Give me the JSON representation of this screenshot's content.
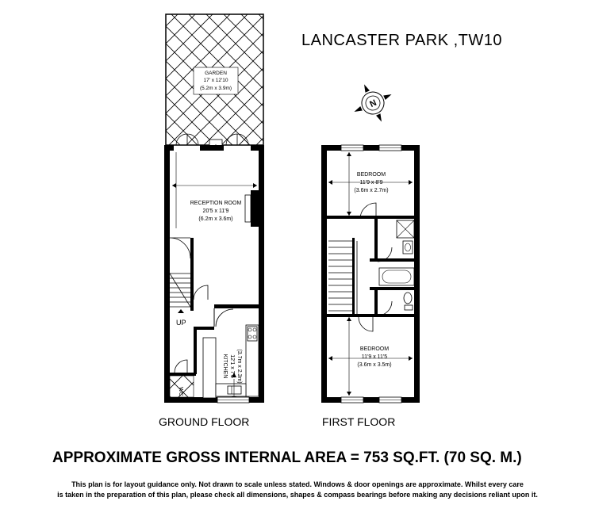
{
  "title": "LANCASTER PARK ,TW10",
  "ground_floor": {
    "label": "GROUND FLOOR",
    "rooms": [
      {
        "name": "GARDEN",
        "imperial": "17' x 12'10",
        "metric": "(5.2m x 3.9m)"
      },
      {
        "name": "RECEPTION ROOM",
        "imperial": "20'5 x 11'9",
        "metric": "(6.2m x 3.6m)"
      },
      {
        "name": "KITCHEN",
        "imperial": "12'1 x 7'6",
        "metric": "(3.7m x 2.3m)"
      }
    ],
    "stairs_label": "UP",
    "wc_label": "WC"
  },
  "first_floor": {
    "label": "FIRST FLOOR",
    "rooms": [
      {
        "name": "BEDROOM",
        "imperial": "11'9 x 8'9",
        "metric": "(3.6m x 2.7m)"
      },
      {
        "name": "BEDROOM",
        "imperial": "11'9 x 11'5",
        "metric": "(3.6m x 3.5m)"
      }
    ]
  },
  "compass_label": "N",
  "area_text": "APPROXIMATE GROSS INTERNAL AREA = 753 SQ.FT. (70 SQ. M.)",
  "disclaimer_line1": "This plan is for layout guidance only. Not drawn to scale unless stated. Windows & door openings are approximate. Whilst every care",
  "disclaimer_line2": "is taken in the preparation of this plan, please check all dimensions, shapes & compass bearings before making any decisions reliant upon it."
}
